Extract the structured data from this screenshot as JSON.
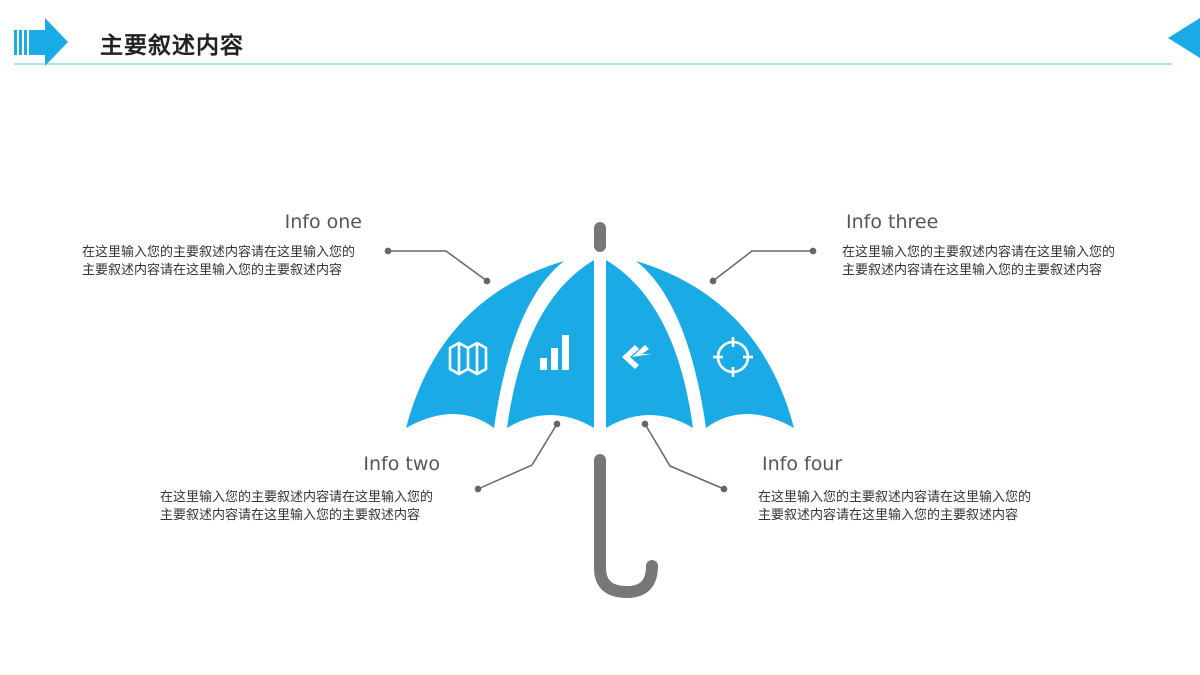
{
  "header": {
    "title": "主要叙述内容"
  },
  "colors": {
    "accent": "#1AABE6",
    "accent_light": "#2BB3EA",
    "handle": "#777777",
    "connector": "#666666",
    "title_text": "#222222",
    "label_text": "#555555",
    "desc_text": "#333333"
  },
  "infos": [
    {
      "id": "one",
      "title": "Info one",
      "desc": "在这里输入您的主要叙述内容请在这里输入您的主要叙述内容请在这里输入您的主要叙述内容",
      "icon": "map-icon"
    },
    {
      "id": "two",
      "title": "Info two",
      "desc": "在这里输入您的主要叙述内容请在这里输入您的主要叙述内容请在这里输入您的主要叙述内容",
      "icon": "bar-chart-icon"
    },
    {
      "id": "three",
      "title": "Info three",
      "desc": "在这里输入您的主要叙述内容请在这里输入您的主要叙述内容请在这里输入您的主要叙述内容",
      "icon": "reply-all-icon"
    },
    {
      "id": "four",
      "title": "Info four",
      "desc": "在这里输入您的主要叙述内容请在这里输入您的主要叙述内容请在这里输入您的主要叙述内容",
      "icon": "crosshair-icon"
    }
  ]
}
